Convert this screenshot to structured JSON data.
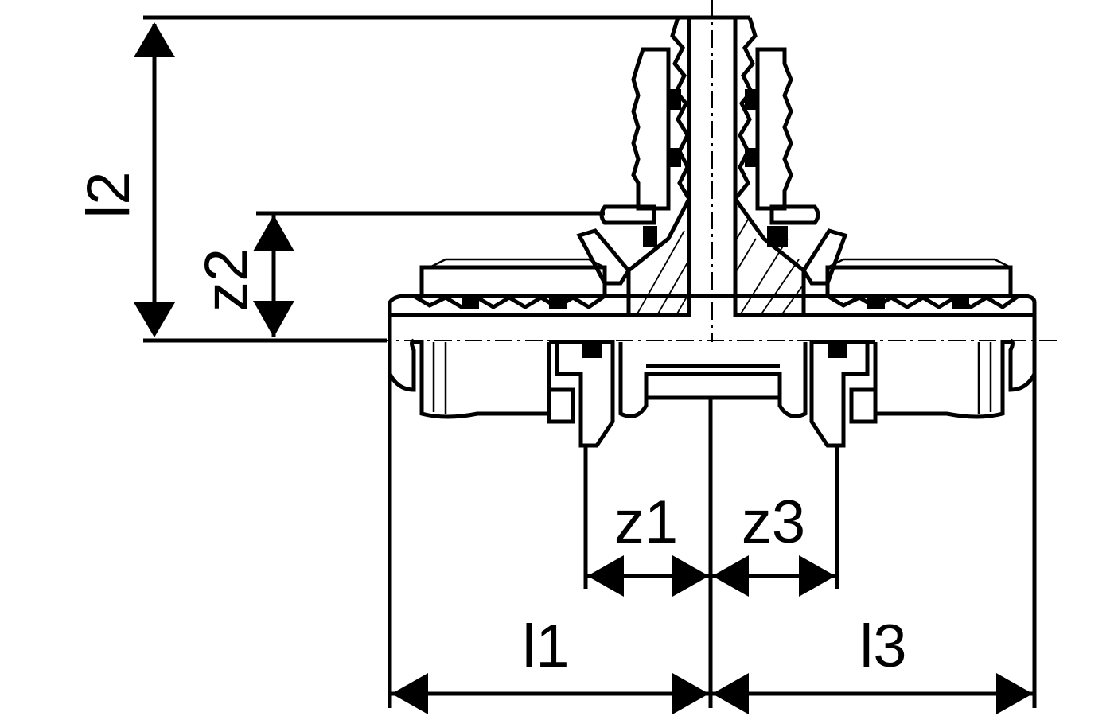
{
  "dimensions": {
    "l1": "l1",
    "l2": "l2",
    "l3": "l3",
    "z1": "z1",
    "z2": "z2",
    "z3": "z3"
  },
  "colors": {
    "ink": "#000000",
    "background": "#ffffff"
  }
}
